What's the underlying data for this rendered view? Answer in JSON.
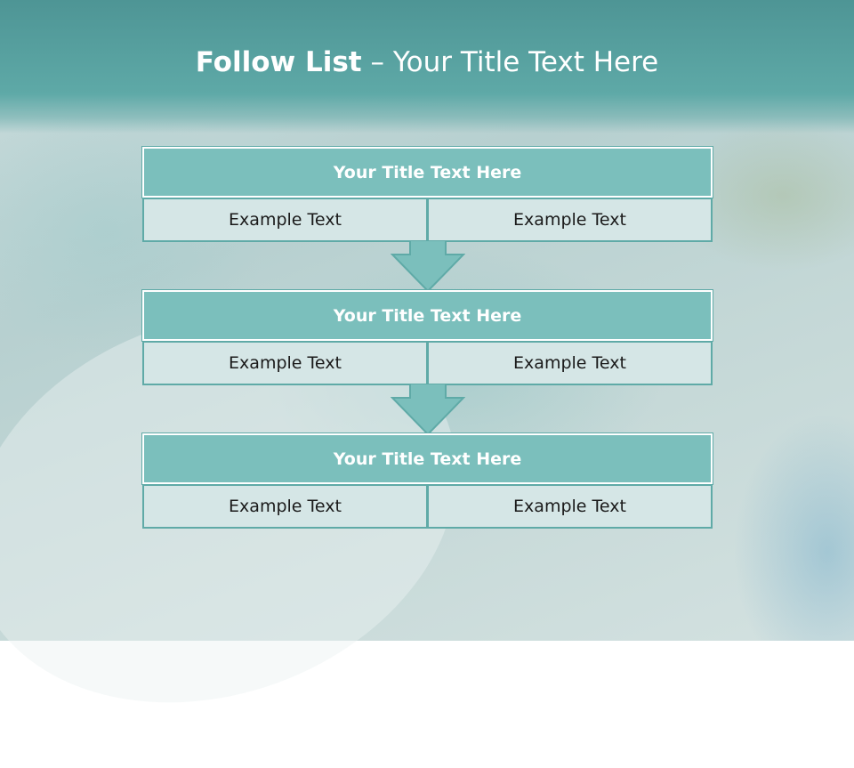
{
  "slide": {
    "title_bold": "Follow List",
    "title_rest": " – Your Title Text Here"
  },
  "colors": {
    "accent": "#7bbfbc",
    "accent_dark": "#5faaa7",
    "cell_bg": "#d5e6e6",
    "banner": "#5ea9a7"
  },
  "blocks": [
    {
      "title": "Your Title Text Here",
      "left": "Example Text",
      "right": "Example Text"
    },
    {
      "title": "Your Title Text Here",
      "left": "Example Text",
      "right": "Example Text"
    },
    {
      "title": "Your Title Text Here",
      "left": "Example Text",
      "right": "Example Text"
    }
  ],
  "connectors": [
    "arrow-down-icon",
    "arrow-down-icon"
  ]
}
